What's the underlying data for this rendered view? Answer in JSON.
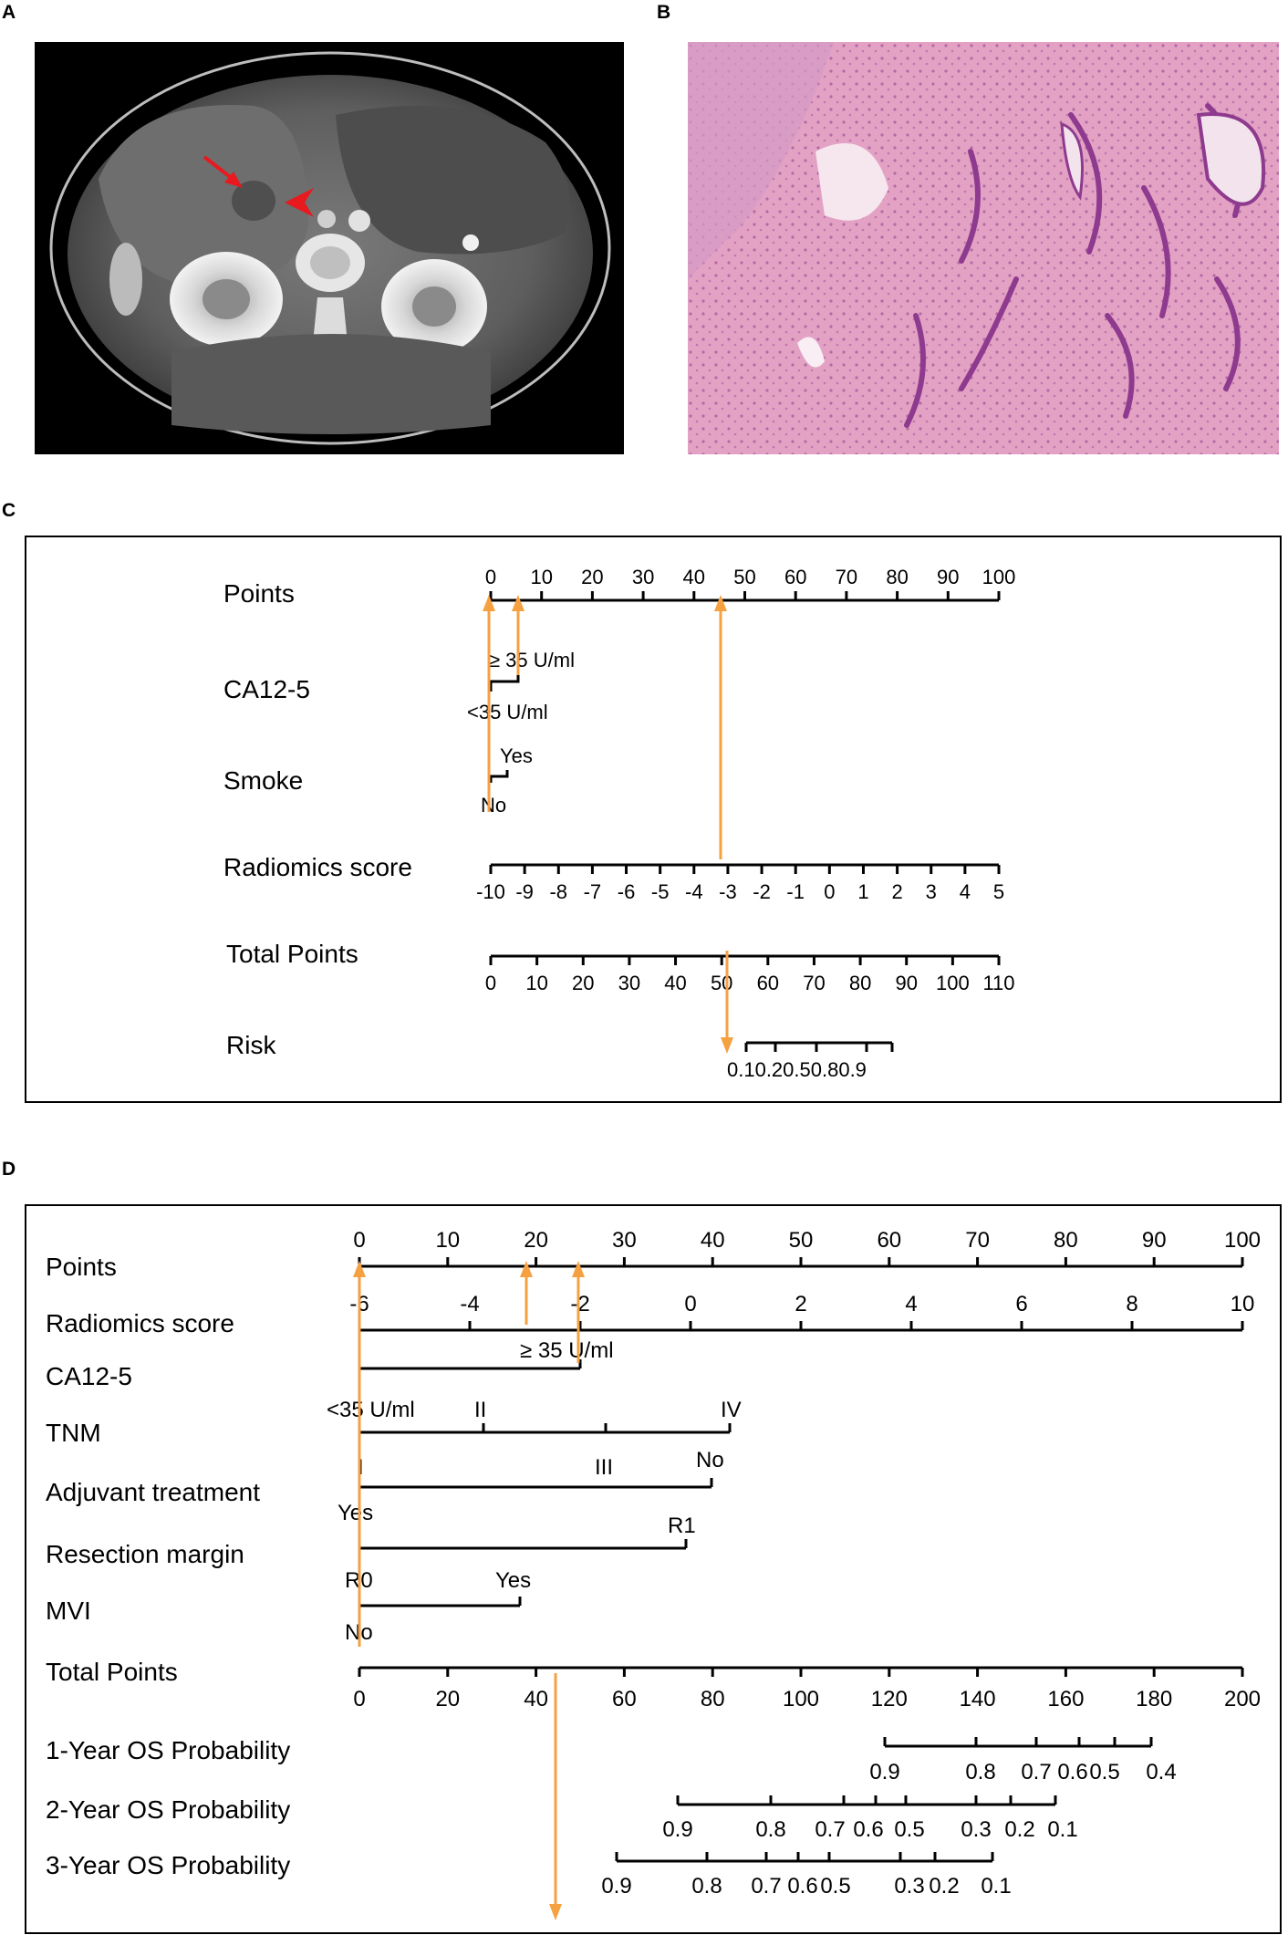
{
  "panels": {
    "a": "A",
    "b": "B",
    "c": "C",
    "d": "D"
  },
  "colors": {
    "arrow": "#f5a142",
    "ct_marker": "#e8191f",
    "he_stain": "#e3a2c4"
  },
  "nomogram_c": {
    "rows": {
      "points": "Points",
      "ca125": "CA12-5",
      "smoke": "Smoke",
      "radiomics": "Radiomics score",
      "total": "Total Points",
      "risk": "Risk"
    },
    "points_ticks": [
      "0",
      "10",
      "20",
      "30",
      "40",
      "50",
      "60",
      "70",
      "80",
      "90",
      "100"
    ],
    "ca125_high": "≥ 35 U/ml",
    "ca125_low": "<35 U/ml",
    "smoke_yes": "Yes",
    "smoke_no": "No",
    "radiomics_ticks": [
      "-10",
      "-9",
      "-8",
      "-7",
      "-6",
      "-5",
      "-4",
      "-3",
      "-2",
      "-1",
      "0",
      "1",
      "2",
      "3",
      "4",
      "5"
    ],
    "total_ticks": [
      "0",
      "10",
      "20",
      "30",
      "40",
      "50",
      "60",
      "70",
      "80",
      "90",
      "100",
      "110"
    ],
    "risk_ticks": [
      "0.1",
      "0.2",
      "0.5",
      "0.8",
      "0.9"
    ]
  },
  "nomogram_d": {
    "rows": {
      "points": "Points",
      "radiomics": "Radiomics score",
      "ca125": "CA12-5",
      "tnm": "TNM",
      "adjuvant": "Adjuvant treatment",
      "margin": "Resection margin",
      "mvi": "MVI",
      "total": "Total Points",
      "os1": "1-Year OS Probability",
      "os2": "2-Year OS Probability",
      "os3": "3-Year OS Probability"
    },
    "points_ticks": [
      "0",
      "10",
      "20",
      "30",
      "40",
      "50",
      "60",
      "70",
      "80",
      "90",
      "100"
    ],
    "radiomics_ticks": [
      "-6",
      "-4",
      "-2",
      "0",
      "2",
      "4",
      "6",
      "8",
      "10"
    ],
    "ca125_high": "≥ 35 U/ml",
    "ca125_low": "<35 U/ml",
    "tnm_i": "I",
    "tnm_ii": "II",
    "tnm_iii": "III",
    "tnm_iv": "IV",
    "adj_no": "No",
    "adj_yes": "Yes",
    "margin_r1": "R1",
    "margin_r0": "R0",
    "mvi_yes": "Yes",
    "mvi_no": "No",
    "total_ticks": [
      "0",
      "20",
      "40",
      "60",
      "80",
      "100",
      "120",
      "140",
      "160",
      "180",
      "200"
    ],
    "os1_ticks": [
      "0.9",
      "0.8",
      "0.7",
      "0.6",
      "0.5",
      "0.4"
    ],
    "os2_ticks": [
      "0.9",
      "0.8",
      "0.7",
      "0.6",
      "0.5",
      "0.3",
      "0.2",
      "0.1"
    ],
    "os3_ticks": [
      "0.9",
      "0.8",
      "0.7",
      "0.6",
      "0.5",
      "0.3",
      "0.2",
      "0.1"
    ]
  }
}
